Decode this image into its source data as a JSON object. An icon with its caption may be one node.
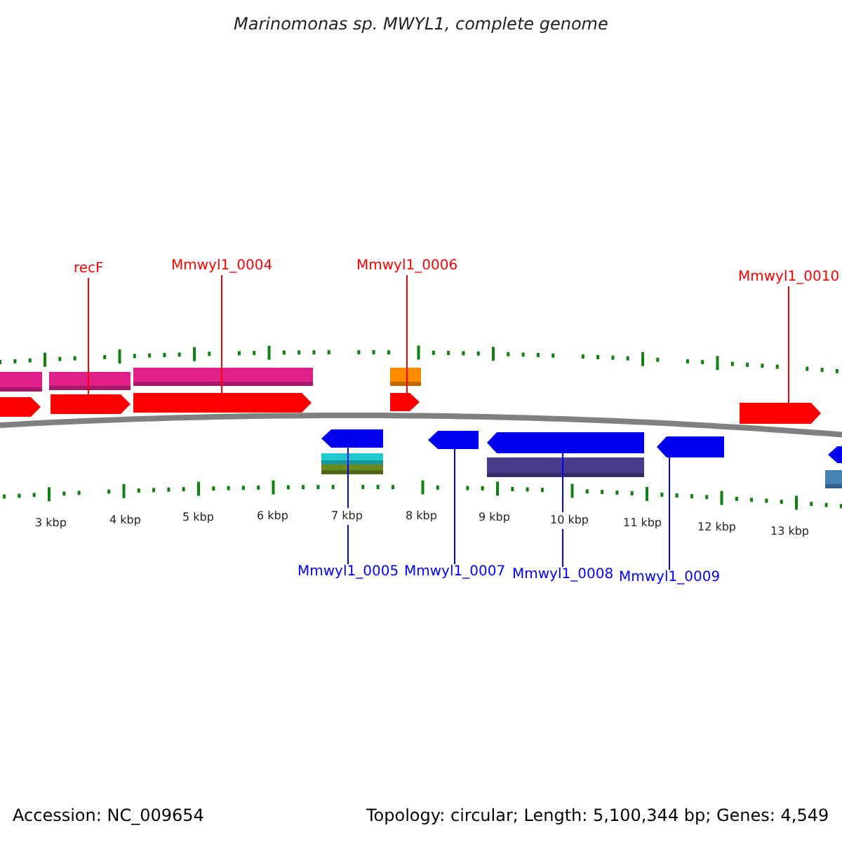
{
  "diagram": {
    "title": "Marinomonas sp. MWYL1, complete genome",
    "nodes": [
      {
        "text": [
          "recF"
        ]
      },
      {
        "text": [
          "Mmwyl1_0004"
        ]
      },
      {
        "text": [
          "Mmwyl1_0006"
        ]
      },
      {
        "text": [
          "Mmwyl1_0010"
        ]
      },
      {
        "text": [],
        "shape": "arrow"
      },
      {
        "text": [],
        "shape": "arrow"
      },
      {
        "text": [],
        "shape": "arrow"
      },
      {
        "text": [],
        "shape": "arrow"
      },
      {
        "text": [
          "Mmwyl1_0005"
        ]
      },
      {
        "text": [
          "Mmwyl1_0007"
        ]
      },
      {
        "text": [
          "Mmwyl1_0008"
        ]
      },
      {
        "text": [
          "Mmwyl1_0009"
        ]
      },
      {
        "text": [],
        "shape": "arrow"
      },
      {
        "text": [],
        "shape": "arrow"
      },
      {
        "text": [],
        "shape": "arrow"
      },
      {
        "text": [],
        "shape": "arrow"
      }
    ],
    "edges": [
      {
        "from": 0,
        "to": 4,
        "arrow": "none"
      },
      {
        "from": 1,
        "to": 5,
        "arrow": "none"
      },
      {
        "from": 2,
        "to": 6,
        "arrow": "none"
      },
      {
        "from": 3,
        "to": 7,
        "arrow": "none",
        "color": "#ff0000"
      },
      {
        "from": 8,
        "to": 12,
        "arrow": "none",
        "color": "#0000ff"
      },
      {
        "from": 9,
        "to": 13,
        "arrow": "none",
        "color": "#0000ff"
      },
      {
        "from": 10,
        "to": 14,
        "arrow": "none",
        "color": "#0000ff"
      },
      {
        "from": 11,
        "to": 15,
        "arrow": "none",
        "color": "#0000ff"
      }
    ],
    "labels": [
      "3 kbp",
      "4 kbp",
      "5 kbp",
      "6 kbp",
      "7 kbp",
      "8 kbp",
      "9 kbp",
      "10 kbp",
      "11 kbp",
      "12 kbp",
      "13 kbp",
      "Accession: NC_009654",
      "Topology: circular; Length: 5,100,344 bp; Genes: 4,549"
    ]
  }
}
